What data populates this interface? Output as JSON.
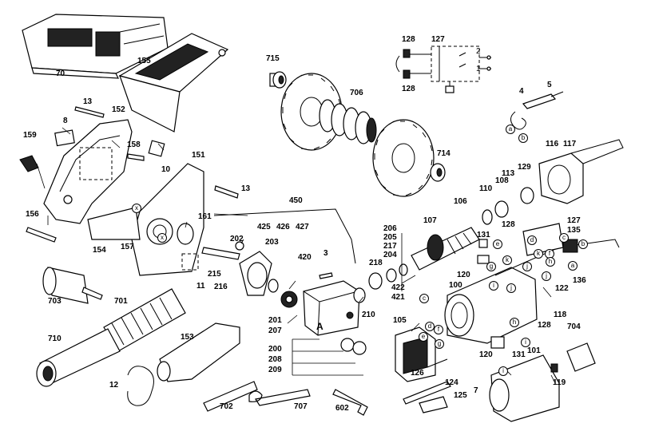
{
  "labels": [
    {
      "id": "70",
      "text": "70"
    },
    {
      "id": "155",
      "text": "155"
    },
    {
      "id": "715",
      "text": "715"
    },
    {
      "id": "128a",
      "text": "128"
    },
    {
      "id": "127a",
      "text": "127"
    },
    {
      "id": "128b",
      "text": "128"
    },
    {
      "id": "706",
      "text": "706"
    },
    {
      "id": "13a",
      "text": "13"
    },
    {
      "id": "152",
      "text": "152"
    },
    {
      "id": "8",
      "text": "8"
    },
    {
      "id": "158",
      "text": "158"
    },
    {
      "id": "10",
      "text": "10"
    },
    {
      "id": "159",
      "text": "159"
    },
    {
      "id": "151",
      "text": "151"
    },
    {
      "id": "13b",
      "text": "13"
    },
    {
      "id": "4",
      "text": "4"
    },
    {
      "id": "5",
      "text": "5"
    },
    {
      "id": "714",
      "text": "714"
    },
    {
      "id": "116",
      "text": "116"
    },
    {
      "id": "117",
      "text": "117"
    },
    {
      "id": "113",
      "text": "113"
    },
    {
      "id": "129",
      "text": "129"
    },
    {
      "id": "108",
      "text": "108"
    },
    {
      "id": "110",
      "text": "110"
    },
    {
      "id": "106",
      "text": "106"
    },
    {
      "id": "450",
      "text": "450"
    },
    {
      "id": "156",
      "text": "156"
    },
    {
      "id": "161",
      "text": "161"
    },
    {
      "id": "154",
      "text": "154"
    },
    {
      "id": "157",
      "text": "157"
    },
    {
      "id": "425",
      "text": "425"
    },
    {
      "id": "426",
      "text": "426"
    },
    {
      "id": "427",
      "text": "427"
    },
    {
      "id": "202",
      "text": "202"
    },
    {
      "id": "203",
      "text": "203"
    },
    {
      "id": "107",
      "text": "107"
    },
    {
      "id": "206",
      "text": "206"
    },
    {
      "id": "205",
      "text": "205"
    },
    {
      "id": "217",
      "text": "217"
    },
    {
      "id": "204",
      "text": "204"
    },
    {
      "id": "128c",
      "text": "128"
    },
    {
      "id": "131a",
      "text": "131"
    },
    {
      "id": "127b",
      "text": "127"
    },
    {
      "id": "135",
      "text": "135"
    },
    {
      "id": "420",
      "text": "420"
    },
    {
      "id": "3",
      "text": "3"
    },
    {
      "id": "215",
      "text": "215"
    },
    {
      "id": "216",
      "text": "216"
    },
    {
      "id": "11",
      "text": "11"
    },
    {
      "id": "218",
      "text": "218"
    },
    {
      "id": "422",
      "text": "422"
    },
    {
      "id": "421",
      "text": "421"
    },
    {
      "id": "120a",
      "text": "120"
    },
    {
      "id": "100",
      "text": "100"
    },
    {
      "id": "136",
      "text": "136"
    },
    {
      "id": "122",
      "text": "122"
    },
    {
      "id": "703",
      "text": "703"
    },
    {
      "id": "701",
      "text": "701"
    },
    {
      "id": "201",
      "text": "201"
    },
    {
      "id": "207",
      "text": "207"
    },
    {
      "id": "210",
      "text": "210"
    },
    {
      "id": "118",
      "text": "118"
    },
    {
      "id": "105",
      "text": "105"
    },
    {
      "id": "128d",
      "text": "128"
    },
    {
      "id": "704",
      "text": "704"
    },
    {
      "id": "710",
      "text": "710"
    },
    {
      "id": "153",
      "text": "153"
    },
    {
      "id": "200",
      "text": "200"
    },
    {
      "id": "208",
      "text": "208"
    },
    {
      "id": "209",
      "text": "209"
    },
    {
      "id": "120b",
      "text": "120"
    },
    {
      "id": "131b",
      "text": "131"
    },
    {
      "id": "101",
      "text": "101"
    },
    {
      "id": "126",
      "text": "126"
    },
    {
      "id": "124",
      "text": "124"
    },
    {
      "id": "119",
      "text": "119"
    },
    {
      "id": "12",
      "text": "12"
    },
    {
      "id": "7",
      "text": "7"
    },
    {
      "id": "125",
      "text": "125"
    },
    {
      "id": "702",
      "text": "702"
    },
    {
      "id": "707",
      "text": "707"
    },
    {
      "id": "602",
      "text": "602"
    },
    {
      "id": "sw2",
      "text": "2"
    },
    {
      "id": "sw1",
      "text": "1"
    },
    {
      "id": "plateA",
      "text": "A"
    }
  ],
  "connectors": [
    {
      "id": "ca",
      "text": "a"
    },
    {
      "id": "cb",
      "text": "b"
    },
    {
      "id": "cc1",
      "text": "c"
    },
    {
      "id": "cd",
      "text": "d"
    },
    {
      "id": "ce",
      "text": "e"
    },
    {
      "id": "cf",
      "text": "f"
    },
    {
      "id": "cg",
      "text": "g"
    },
    {
      "id": "ch",
      "text": "h"
    },
    {
      "id": "ci",
      "text": "i"
    },
    {
      "id": "cj",
      "text": "j"
    },
    {
      "id": "ck",
      "text": "k"
    },
    {
      "id": "cx1",
      "text": "x"
    },
    {
      "id": "cx2",
      "text": "x"
    },
    {
      "id": "ca2",
      "text": "a"
    },
    {
      "id": "cb2",
      "text": "b"
    },
    {
      "id": "cc2",
      "text": "c"
    },
    {
      "id": "cd2",
      "text": "d"
    },
    {
      "id": "ce2",
      "text": "e"
    },
    {
      "id": "cf2",
      "text": "f"
    },
    {
      "id": "cg2",
      "text": "g"
    },
    {
      "id": "ch2",
      "text": "h"
    },
    {
      "id": "ci2",
      "text": "i"
    },
    {
      "id": "cj2",
      "text": "j"
    },
    {
      "id": "ck2",
      "text": "k"
    },
    {
      "id": "ci3",
      "text": "i"
    },
    {
      "id": "cj3",
      "text": "j"
    }
  ]
}
